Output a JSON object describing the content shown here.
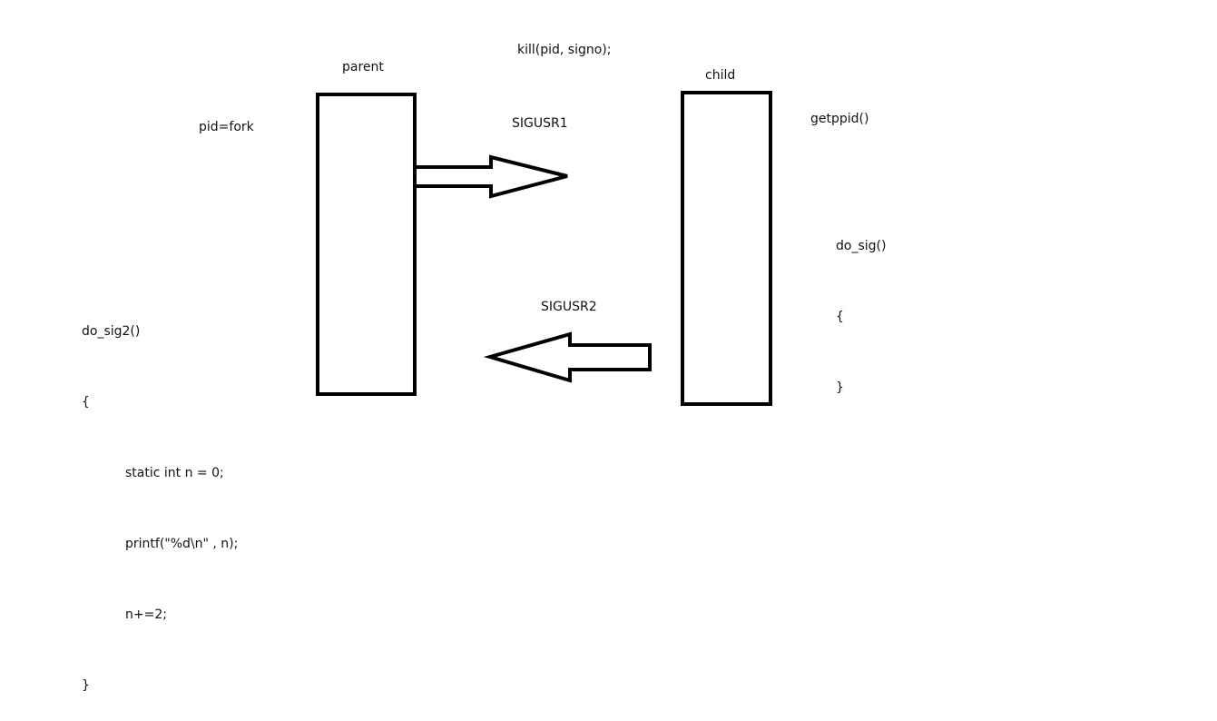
{
  "labels": {
    "parent": "parent",
    "child": "child",
    "kill_call": "kill(pid, signo);",
    "pid_fork": "pid=fork",
    "sigusr1": "SIGUSR1",
    "sigusr2": "SIGUSR2",
    "getppid": "getppid()"
  },
  "child_handler": {
    "lines": [
      "do_sig()",
      "{",
      "}"
    ]
  },
  "parent_handler": {
    "lines": [
      "do_sig2()",
      "{",
      "static int n = 0;",
      "printf(\"%d\\n\" , n);",
      "n+=2;",
      "}"
    ]
  },
  "colors": {
    "stroke": "#000000",
    "text": "#111111",
    "background": "#ffffff"
  }
}
